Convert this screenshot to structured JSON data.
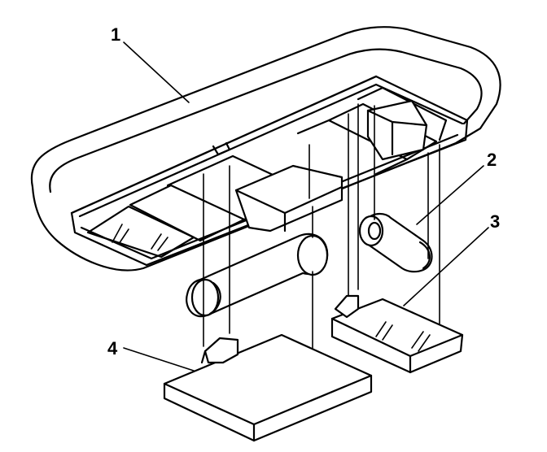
{
  "diagram": {
    "callouts": [
      {
        "id": "1",
        "label": "1",
        "part": "lamp-housing"
      },
      {
        "id": "2",
        "label": "2",
        "part": "bulb"
      },
      {
        "id": "3",
        "label": "3",
        "part": "lens"
      },
      {
        "id": "4",
        "label": "4",
        "part": "lens"
      }
    ],
    "colors": {
      "line": "#000000",
      "background": "#ffffff"
    }
  }
}
